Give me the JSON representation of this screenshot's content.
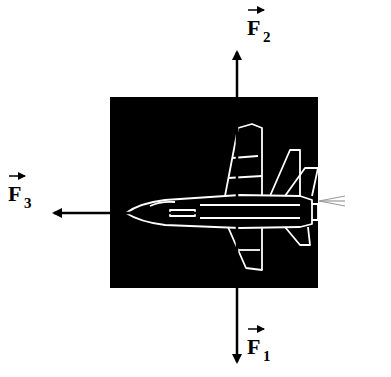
{
  "diagram": {
    "labels": [
      "F",
      "2",
      "F",
      "3",
      "F",
      "1"
    ]
  }
}
